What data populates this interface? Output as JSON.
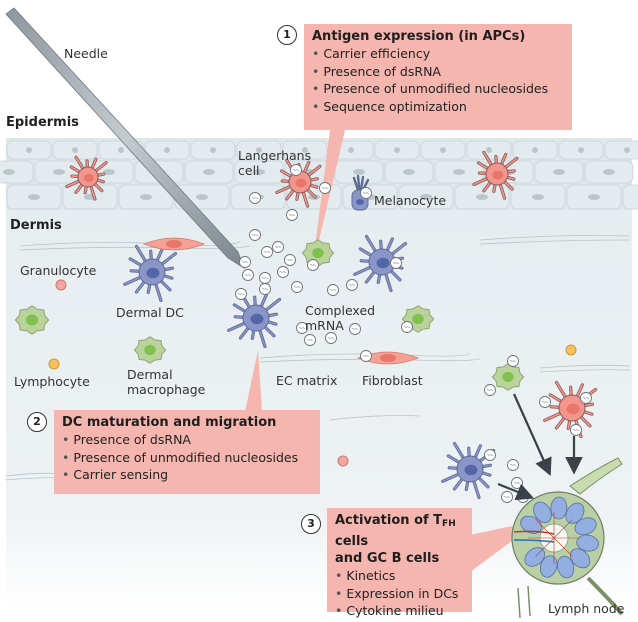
{
  "labels": {
    "needle": "Needle",
    "epidermis": "Epidermis",
    "dermis": "Dermis",
    "langerhans_cell": "Langerhans\ncell",
    "langerhans_line1": "Langerhans",
    "langerhans_line2": "cell",
    "melanocyte": "Melanocyte",
    "granulocyte": "Granulocyte",
    "dermal_dc": "Dermal DC",
    "lymphocyte": "Lymphocyte",
    "dermal_macrophage_line1": "Dermal",
    "dermal_macrophage_line2": "macrophage",
    "complexed_mrna_line1": "Complexed",
    "complexed_mrna_line2": "mRNA",
    "ec_matrix": "EC matrix",
    "fibroblast": "Fibroblast",
    "lymph_node": "Lymph node"
  },
  "steps": [
    {
      "number": "1",
      "title": "Antigen expression (in APCs)",
      "items": [
        "Carrier efficiency",
        "Presence of dsRNA",
        "Presence of unmodified nucleosides",
        "Sequence optimization"
      ]
    },
    {
      "number": "2",
      "title": "DC maturation and migration",
      "items": [
        "Presence of dsRNA",
        "Presence of unmodified nucleosides",
        "Carrier sensing"
      ]
    },
    {
      "number": "3",
      "title_pre": "Activation of T",
      "title_sub": "FH",
      "title_post": " cells",
      "title_line2": "and GC B cells",
      "items": [
        "Kinetics",
        "Expression in DCs",
        "Cytokine milieu"
      ]
    }
  ],
  "colors": {
    "callout_fill": "#f4b6ae",
    "skin_epidermis": "#dfe7ea",
    "dermis_bg": "#e8eef1",
    "dc_blue": "#8a95c8",
    "macrophage_green": "#b9d39a",
    "langerhans_pink": "#f2958a",
    "lymphocyte_yellow": "#f6c35a",
    "arrow": "#3a4148"
  }
}
